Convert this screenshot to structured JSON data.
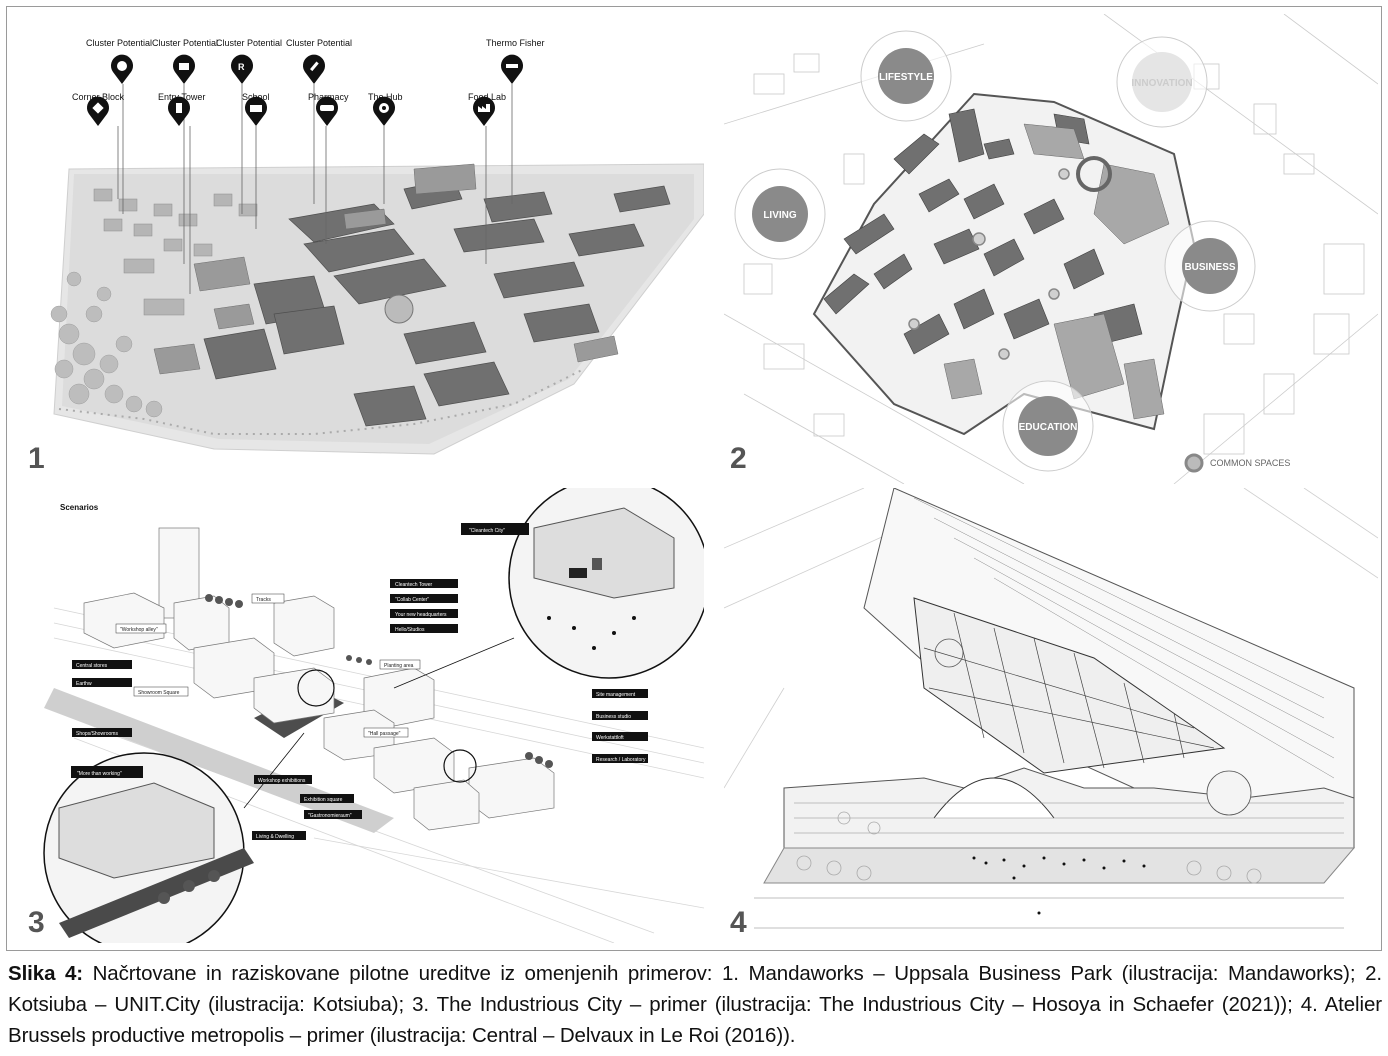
{
  "figure": {
    "panel_1": {
      "number": "1",
      "pins_top": [
        "Cluster Potential",
        "Cluster Potential",
        "Cluster Potential",
        "Cluster Potential",
        "Thermo Fisher"
      ],
      "pins_bottom": [
        "Corner Block",
        "Entry Tower",
        "School",
        "Pharmacy",
        "The Hub",
        "Food Lab"
      ],
      "icons": [
        "lab-flask-icon",
        "shop-icon",
        "rx-icon",
        "syringe-icon",
        "truck-icon",
        "tag-icon",
        "tower-icon",
        "book-icon",
        "pill-icon",
        "target-icon",
        "factory-icon"
      ]
    },
    "panel_2": {
      "number": "2",
      "circles": [
        "LIFESTYLE",
        "INNOVATION",
        "LIVING",
        "BUSINESS",
        "EDUCATION"
      ],
      "legend": "COMMON SPACES"
    },
    "panel_3": {
      "number": "3",
      "title": "Scenarios",
      "bubble_top": "\"Cleantech City\"",
      "bubble_bottom": "\"More than working\"",
      "tags_right": [
        "Cleantech Tower",
        "\"Collab Center\"",
        "Your new headquarters",
        "Hello/Studios"
      ],
      "tags_left": [
        "Central stores",
        "Earthw",
        "Shops/Showrooms"
      ],
      "callouts_light": [
        "\"Workshop alley\"",
        "Tracks",
        "Showroom Square",
        "Planting area",
        "\"Hall passage\""
      ],
      "tags_mid_right": [
        "Site management",
        "Business studio",
        "Werkstattloft",
        "Research / Laboratory"
      ],
      "tags_bottom": [
        "Workshop exhibitions",
        "Exhibition square",
        "\"Gastronomieraum\"",
        "Living & Dwelling"
      ]
    },
    "panel_4": {
      "number": "4"
    }
  },
  "caption": {
    "lead": "Slika 4:",
    "text": " Načrtovane in raziskovane pilotne ureditve iz omenjenih primerov: 1. Mandaworks – Uppsala Business Park (ilustracija: Mandaworks); 2. Kotsiuba – UNIT.City (ilustracija: Kotsiuba); 3. The Industrious City – primer (ilustracija: The Industrious City – Hosoya in Schaefer (2021)); 4. Atelier Brussels productive metropolis – primer (ilustracija: Central – Delvaux in Le Roi (2016))."
  },
  "colors": {
    "building_dark": "#6d6d6d",
    "building_mid": "#9a9a9a",
    "ground": "#e4e4e4",
    "circle_fill": "#8a8a8a",
    "tag_fill": "#111111"
  }
}
